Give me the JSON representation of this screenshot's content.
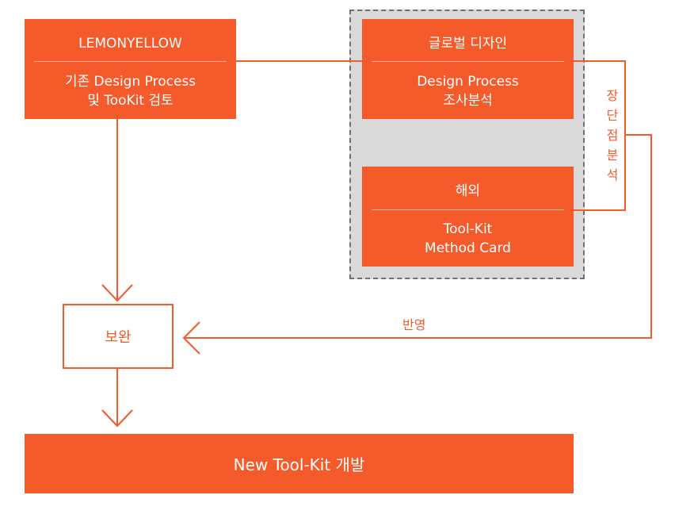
{
  "colors": {
    "accent": "#f45a2a",
    "panel": "#d9d9d9",
    "separator": "#f7b8a2"
  },
  "lemon": {
    "title": "LEMONYELLOW",
    "line1": "기존 Design Process",
    "line2": "및  TooKit 검토"
  },
  "global": {
    "title": "글로벌 디자인",
    "line1": "Design Process",
    "line2": "조사분석"
  },
  "overseas": {
    "title": "해외",
    "line1": "Tool-Kit",
    "line2": "Method Card"
  },
  "side_label": "장\n단\n점\n분\n석",
  "reflect_label": "반영",
  "supplement": "보완",
  "result": "New Tool-Kit 개발"
}
